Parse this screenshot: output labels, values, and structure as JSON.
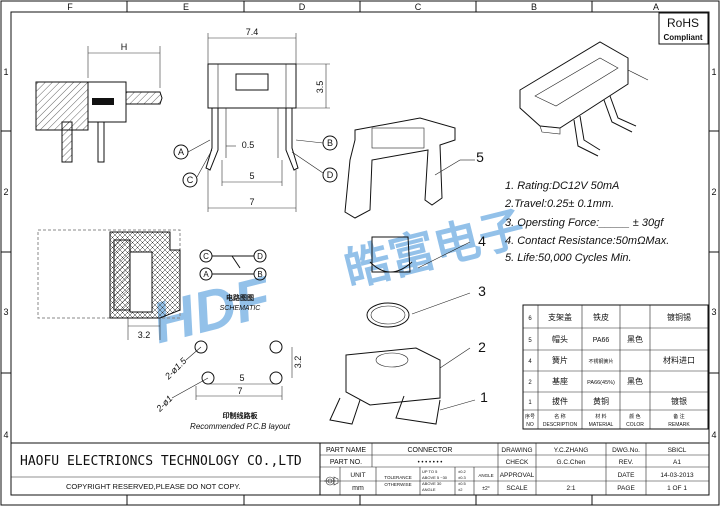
{
  "border": {
    "cols": [
      "F",
      "E",
      "D",
      "C",
      "B",
      "A"
    ],
    "rows": [
      "1",
      "2",
      "3",
      "4"
    ]
  },
  "rohs": {
    "line1": "RoHS",
    "line2": "Compliant"
  },
  "dims": {
    "h": "H",
    "w74": "7.4",
    "h35": "3.5",
    "p05": "0.5",
    "p5": "5",
    "p7": "7",
    "d32": "3.2",
    "phi15": "2-ø1.5",
    "phi1": "2-ø1",
    "pcb5": "5",
    "pcb7": "7",
    "pcb32": "3.2"
  },
  "pin_labels": {
    "a": "A",
    "b": "B",
    "c": "C",
    "d": "D"
  },
  "schematic": {
    "title_cn": "电路图图",
    "title_en": "SCHEMATIC",
    "c": "C",
    "d": "D",
    "a": "A",
    "b": "B"
  },
  "pcb": {
    "title_cn": "印制线路板",
    "title_en": "Recommended P.C.B layout"
  },
  "callouts": [
    "5",
    "4",
    "3",
    "2",
    "1"
  ],
  "specs": [
    "1. Rating:DC12V  50mA",
    "2.Travel:0.25± 0.1mm.",
    "3. Opersting Force:_____ ± 30gf",
    "4. Contact Resistance:50mΩMax.",
    "5. Life:50,000 Cycles Min."
  ],
  "watermark": {
    "latin": "HDF",
    "cn": "皓富电子"
  },
  "bom": {
    "rows": [
      {
        "no": "6",
        "desc": "支架盖",
        "material": "铁皮",
        "color": "",
        "remark": "镀铜锡"
      },
      {
        "no": "5",
        "desc": "帽头",
        "material": "PA66",
        "color": "黑色",
        "remark": ""
      },
      {
        "no": "4",
        "desc": "簧片",
        "material": "不锈钢簧片",
        "color": "",
        "remark": "材料进口"
      },
      {
        "no": "2",
        "desc": "基座",
        "material": "PA66(45%)",
        "color": "黑色",
        "remark": ""
      },
      {
        "no": "1",
        "desc": "拔件",
        "material": "黄铜",
        "color": "",
        "remark": "镀银"
      }
    ],
    "header": {
      "no_cn": "序号",
      "no_en": "NO",
      "desc_cn": "名  称",
      "desc_en": "DESCRIPTION",
      "mat_cn": "材 料",
      "mat_en": "MATERIAL",
      "color_cn": "颜 色",
      "color_en": "COLOR",
      "remark_cn": "备  注",
      "remark_en": "REMARK"
    }
  },
  "titleblock": {
    "company": "HAOFU ELECTRIONCS TECHNOLOGY CO.,LTD",
    "copyright": "COPYRIGHT RESERVED,PLEASE DO NOT COPY.",
    "part_name_label": "PART NAME",
    "part_name": "CONNECTOR",
    "part_no_label": "PART NO.",
    "part_no": "• • • • • • •",
    "unit_label": "UNIT",
    "unit": "mm",
    "tol_label": "TOLERANCE",
    "tol_other": "OTHERWISE",
    "tol_r1": "UP TO 5",
    "tol_r2": "ABOVE 5 ~30",
    "tol_r3": "ABOVE 30",
    "tol_r4": "ANGLE",
    "tol_v1": "±0.2",
    "tol_v2": "±0.3",
    "tol_v3": "±0.5",
    "tol_v4": "±2",
    "angle_label": "ANGLE",
    "angle_val": "±2°",
    "drawing_label": "DRAWING",
    "drawing": "Y.C.ZHANG",
    "check_label": "CHECK",
    "check": "G.C.Chen",
    "approval_label": "APPROVAL",
    "approval": "",
    "scale_label": "SCALE",
    "scale": "2:1",
    "dwg_no_label": "DWG.No.",
    "dwg_no": "SBICL",
    "rev_label": "REV.",
    "rev": "A1",
    "date_label": "DATE",
    "date": "14-03-2013",
    "page_label": "PAGE",
    "page": "1 OF 1"
  }
}
